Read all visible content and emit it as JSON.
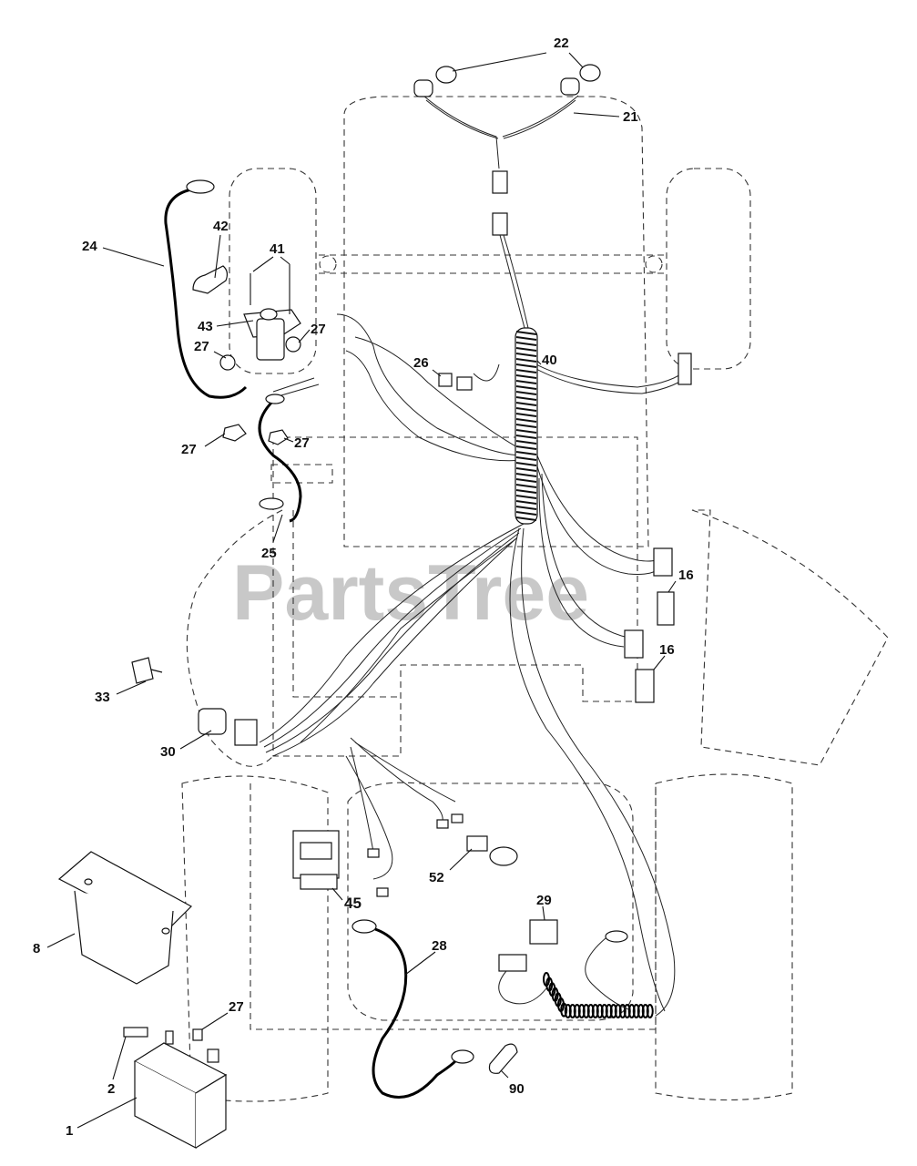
{
  "watermark": "PartsTree",
  "callouts": [
    {
      "id": "c22",
      "text": "22"
    },
    {
      "id": "c21",
      "text": "21"
    },
    {
      "id": "c24",
      "text": "24"
    },
    {
      "id": "c42",
      "text": "42"
    },
    {
      "id": "c41",
      "text": "41"
    },
    {
      "id": "c43",
      "text": "43"
    },
    {
      "id": "c27a",
      "text": "27"
    },
    {
      "id": "c27b",
      "text": "27"
    },
    {
      "id": "c40",
      "text": "40"
    },
    {
      "id": "c26",
      "text": "26"
    },
    {
      "id": "c27c",
      "text": "27"
    },
    {
      "id": "c27d",
      "text": "27"
    },
    {
      "id": "c25",
      "text": "25"
    },
    {
      "id": "c16a",
      "text": "16"
    },
    {
      "id": "c16b",
      "text": "16"
    },
    {
      "id": "c33",
      "text": "33"
    },
    {
      "id": "c30",
      "text": "30"
    },
    {
      "id": "c52",
      "text": "52"
    },
    {
      "id": "c45",
      "text": "45"
    },
    {
      "id": "c29",
      "text": "29"
    },
    {
      "id": "c8",
      "text": "8"
    },
    {
      "id": "c28",
      "text": "28"
    },
    {
      "id": "c27e",
      "text": "27"
    },
    {
      "id": "c2",
      "text": "2"
    },
    {
      "id": "c90",
      "text": "90"
    },
    {
      "id": "c1",
      "text": "1"
    }
  ]
}
